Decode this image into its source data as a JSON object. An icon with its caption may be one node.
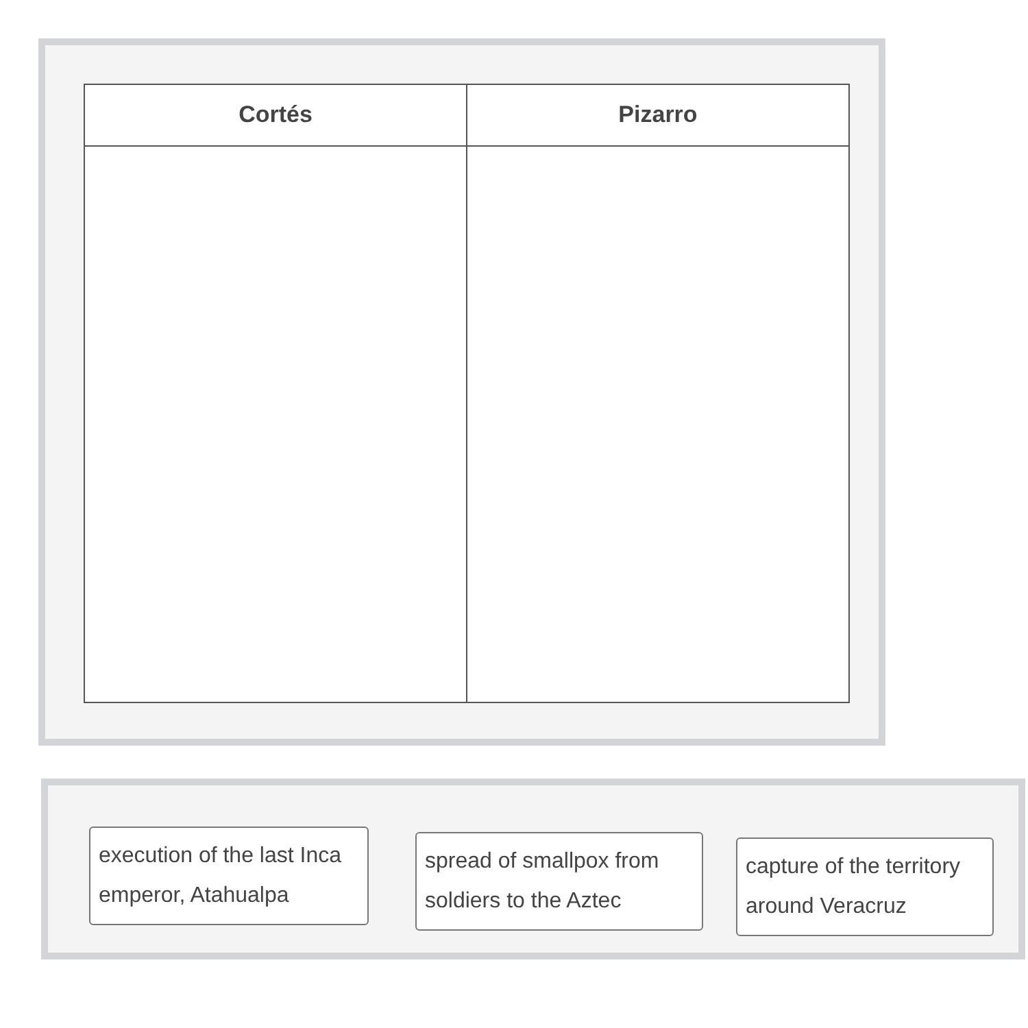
{
  "diagram": {
    "nodes": [
      {
        "text": [],
        "shape": "box"
      },
      {
        "text": [
          "Cortés"
        ],
        "in": 0
      },
      {
        "text": [
          "Pizarro"
        ],
        "in": 0
      },
      {
        "text": [],
        "shape": "box"
      },
      {
        "text": [
          "execution of the last Inca emperor, Atahualpa"
        ],
        "in": 3
      },
      {
        "text": [
          "spread of smallpox from soldiers to the Aztec"
        ],
        "in": 3
      },
      {
        "text": [
          "capture of the territory around Veracruz"
        ],
        "in": 3
      }
    ]
  }
}
